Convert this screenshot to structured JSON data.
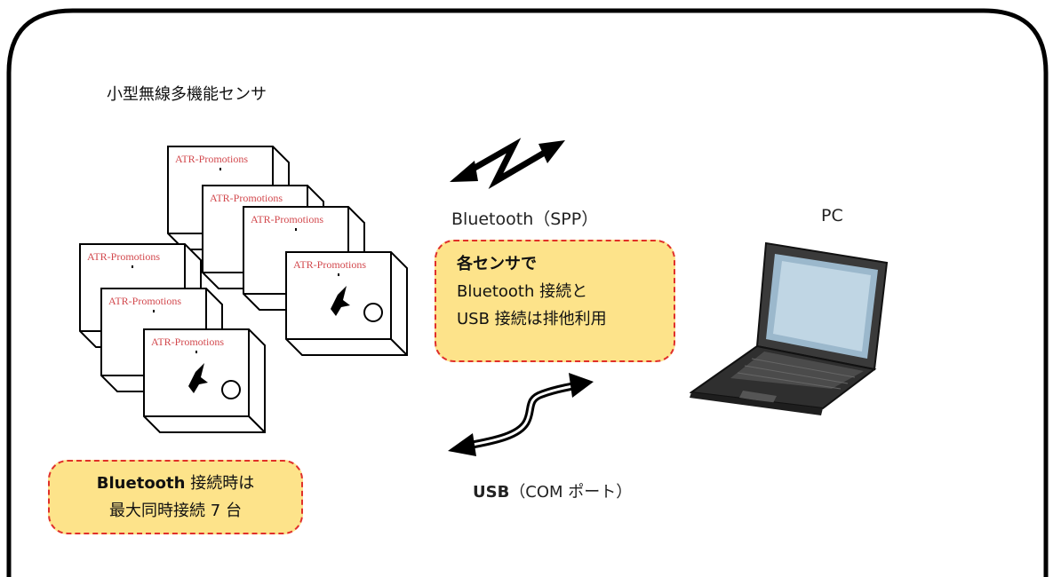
{
  "title": "小型無線多機能センサ",
  "sensor_brand": "ATR-Promotions",
  "bluetooth_label": "Bluetooth（SPP）",
  "pc_label": "PC",
  "usb_label": {
    "bold": "USB",
    "rest": "（COM ポート）"
  },
  "note_exclusive": {
    "line1": "各センサで",
    "line2": "Bluetooth 接続と",
    "line3": "USB 接続は排他利用"
  },
  "note_max": {
    "bold": "Bluetooth",
    "line1_rest": " 接続時は",
    "line2": "最大同時接続 7 台"
  },
  "colors": {
    "note_fill": "#fde38a",
    "note_border": "#e0302a",
    "frame": "#000000",
    "brand_red": "#d2484d"
  },
  "icons": [
    "bluetooth-zigzag-arrow-icon",
    "usb-cable-arrow-icon",
    "laptop-icon",
    "sensor-device-icon",
    "butterfly-icon"
  ]
}
